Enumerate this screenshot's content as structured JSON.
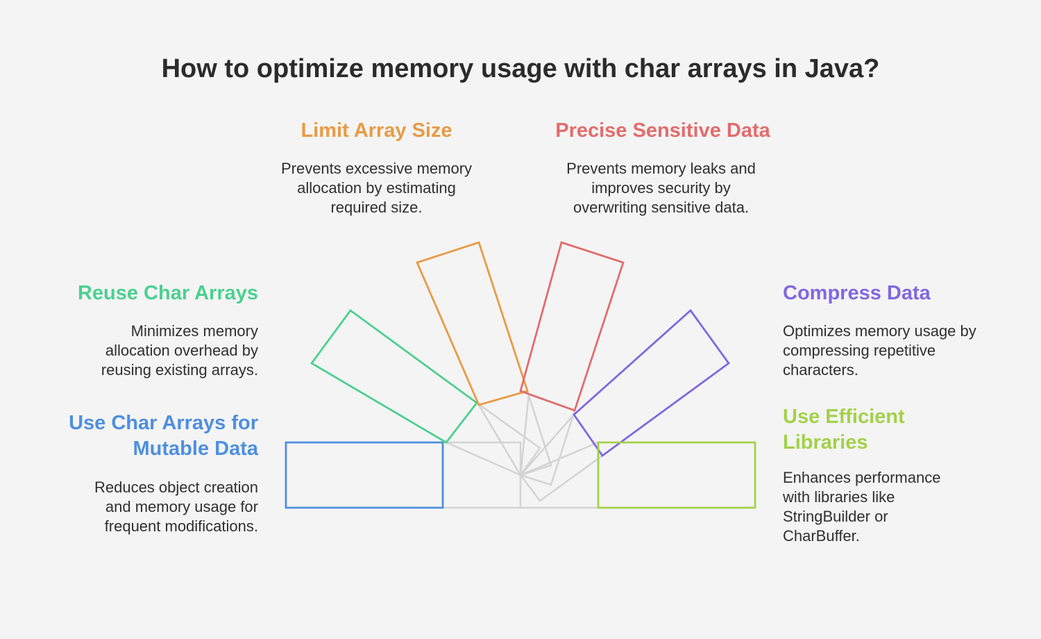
{
  "title": "How to optimize memory usage with char arrays in Java?",
  "items": {
    "limit": {
      "heading": "Limit Array Size",
      "description": "Prevents excessive memory allocation by estimating required size.",
      "color": "#e89b45"
    },
    "precise": {
      "heading": "Precise Sensitive Data",
      "description": "Prevents memory leaks and improves security by overwriting sensitive data.",
      "color": "#e36c6c"
    },
    "reuse": {
      "heading": "Reuse Char Arrays",
      "description": "Minimizes memory allocation overhead by reusing existing arrays.",
      "color": "#4cd08f"
    },
    "compress": {
      "heading": "Compress Data",
      "description": "Optimizes memory usage by compressing repetitive characters.",
      "color": "#7f68e0"
    },
    "mutable": {
      "heading": "Use Char Arrays for Mutable Data",
      "description": "Reduces object creation and memory usage for frequent modifications.",
      "color": "#4e8fdf"
    },
    "libraries": {
      "heading": "Use Efficient Libraries",
      "description": "Enhances performance with libraries like StringBuilder or CharBuffer.",
      "color": "#a3d14a"
    }
  },
  "connector_color": "#d3d3d3"
}
